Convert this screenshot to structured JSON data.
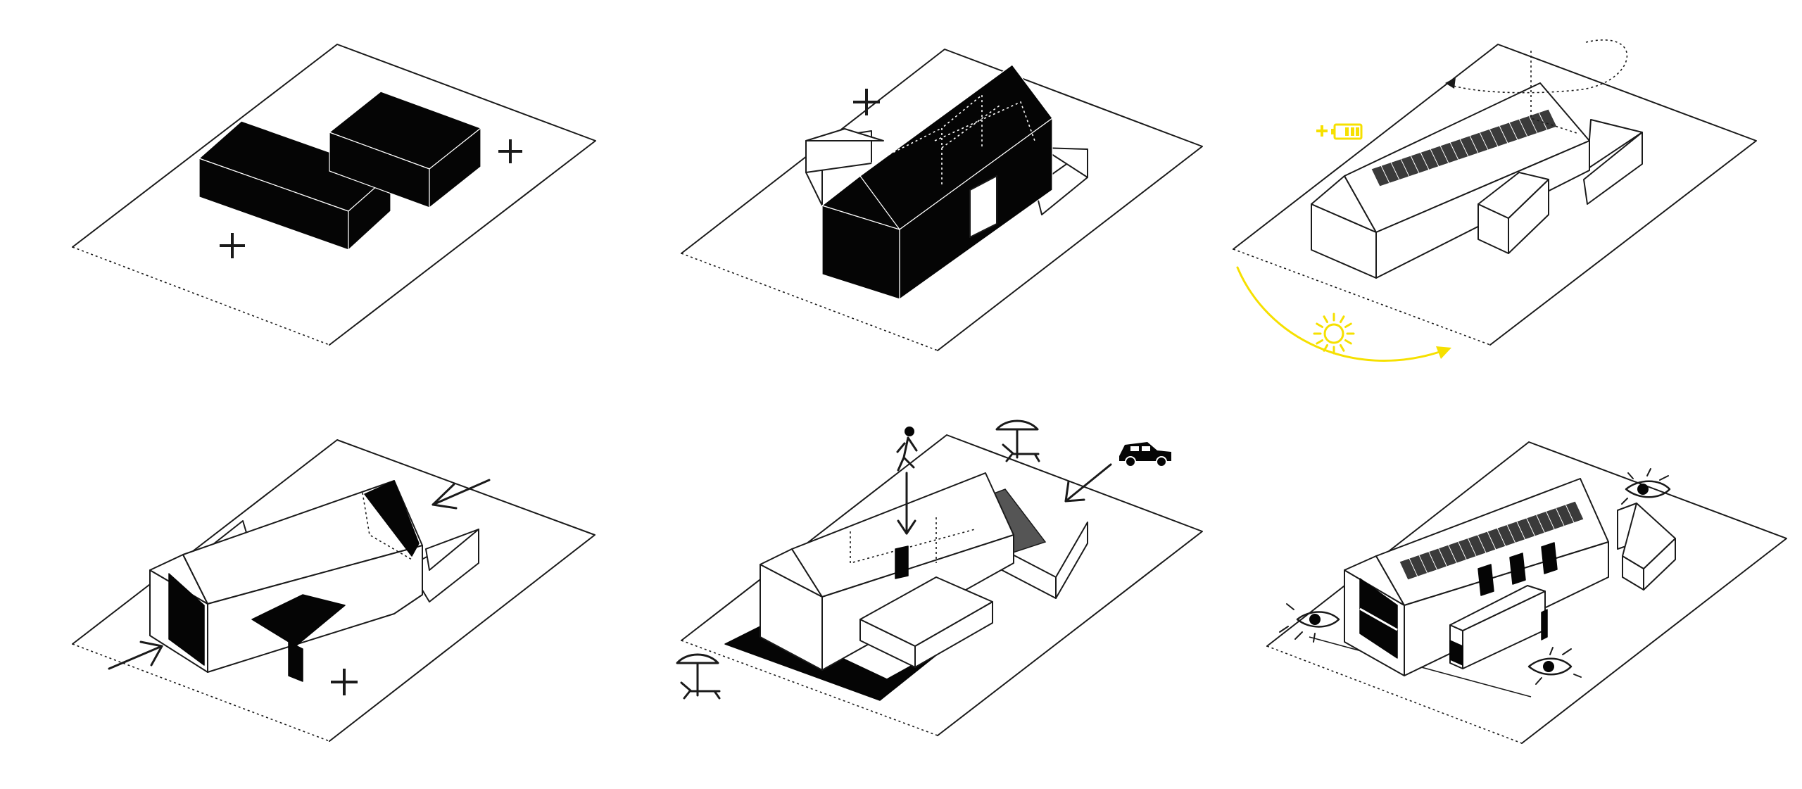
{
  "colors": {
    "ink": "#050505",
    "paper": "#ffffff",
    "solar_panel": "#3a3a3a",
    "accent_yellow": "#f6e000"
  },
  "steps": [
    {
      "id": "volumes",
      "icons": [
        "plus-icon",
        "plus-icon"
      ]
    },
    {
      "id": "merged-gable-volume",
      "icons": [
        "plus-icon"
      ]
    },
    {
      "id": "solar-orientation",
      "icons": [
        "battery-plus-icon",
        "sun-icon",
        "sun-path-arrow-icon",
        "rotation-arrow-icon"
      ]
    },
    {
      "id": "openings-and-access",
      "icons": [
        "arrow-icon",
        "arrow-icon",
        "plus-icon"
      ]
    },
    {
      "id": "circulation-and-terraces",
      "icons": [
        "pedestrian-icon",
        "sun-lounger-icon",
        "car-icon",
        "arrow-icon",
        "sun-lounger-icon"
      ]
    },
    {
      "id": "views",
      "icons": [
        "eye-icon",
        "eye-icon",
        "eye-icon"
      ]
    }
  ]
}
